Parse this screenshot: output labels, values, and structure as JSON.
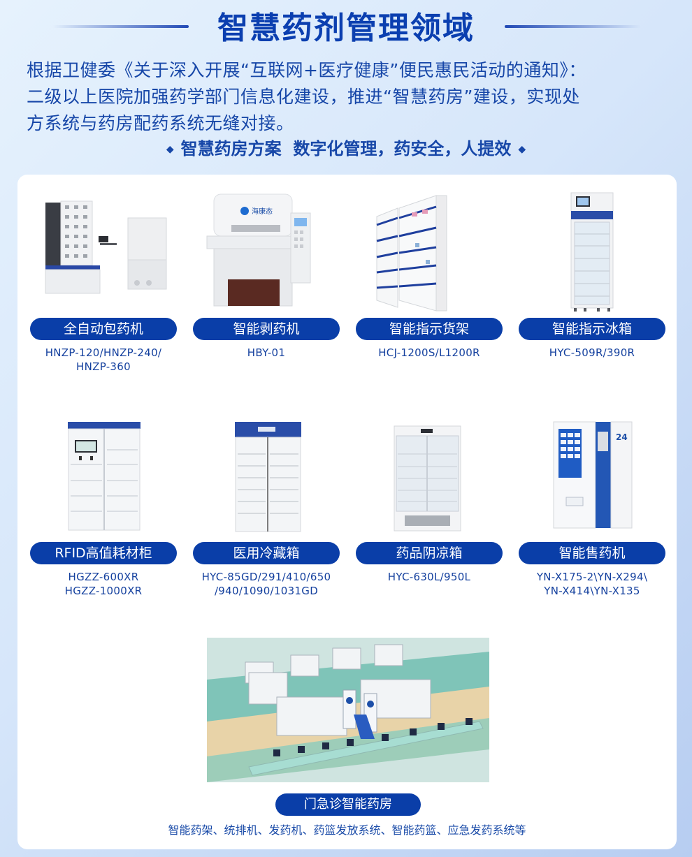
{
  "header": {
    "title": "智慧药剂管理领域",
    "intro_lines": [
      "根据卫健委《关于深入开展“互联网+医疗健康”便民惠民活动的通知》：",
      "二级以上医院加强药学部门信息化建设，推进“智慧药房”建设，实现处",
      "方系统与药房配药系统无缝对接。"
    ],
    "slogan": "智慧药房方案  数字化管理，药安全，人提效",
    "slogan_bullet": "◆"
  },
  "colors": {
    "accent": "#0a3ea8",
    "text_blue": "#1747a8",
    "card_bg": "#ffffff"
  },
  "products": [
    {
      "name": "全自动包药机",
      "model_lines": [
        "HNZP-120/HNZP-240/",
        "HNZP-360"
      ],
      "image": "automatic-packing-machine"
    },
    {
      "name": "智能剥药机",
      "model_lines": [
        "HBY-01"
      ],
      "image": "pill-stripping-machine",
      "brand_label": "海康态"
    },
    {
      "name": "智能指示货架",
      "model_lines": [
        "HCJ-1200S/L1200R"
      ],
      "image": "indicator-shelf"
    },
    {
      "name": "智能指示冰箱",
      "model_lines": [
        "HYC-509R/390R"
      ],
      "image": "indicator-fridge"
    },
    {
      "name": "RFID高值耗材柜",
      "model_lines": [
        "HGZZ-600XR",
        "HGZZ-1000XR"
      ],
      "image": "rfid-cabinet"
    },
    {
      "name": "医用冷藏箱",
      "model_lines": [
        "HYC-85GD/291/410/650",
        "/940/1090/1031GD"
      ],
      "image": "medical-refrigerator"
    },
    {
      "name": "药品阴凉箱",
      "model_lines": [
        "HYC-630L/950L"
      ],
      "image": "cool-cabinet"
    },
    {
      "name": "智能售药机",
      "model_lines": [
        "YN-X175-2\\YN-X294\\",
        "YN-X414\\YN-X135"
      ],
      "image": "vending-machine",
      "vending_badge": "24"
    }
  ],
  "pharmacy": {
    "name": "门急诊智能药房",
    "description": "智能药架、统排机、发药机、药篮发放系统、智能药篮、应急发药系统等",
    "image": "pharmacy-layout-render"
  }
}
